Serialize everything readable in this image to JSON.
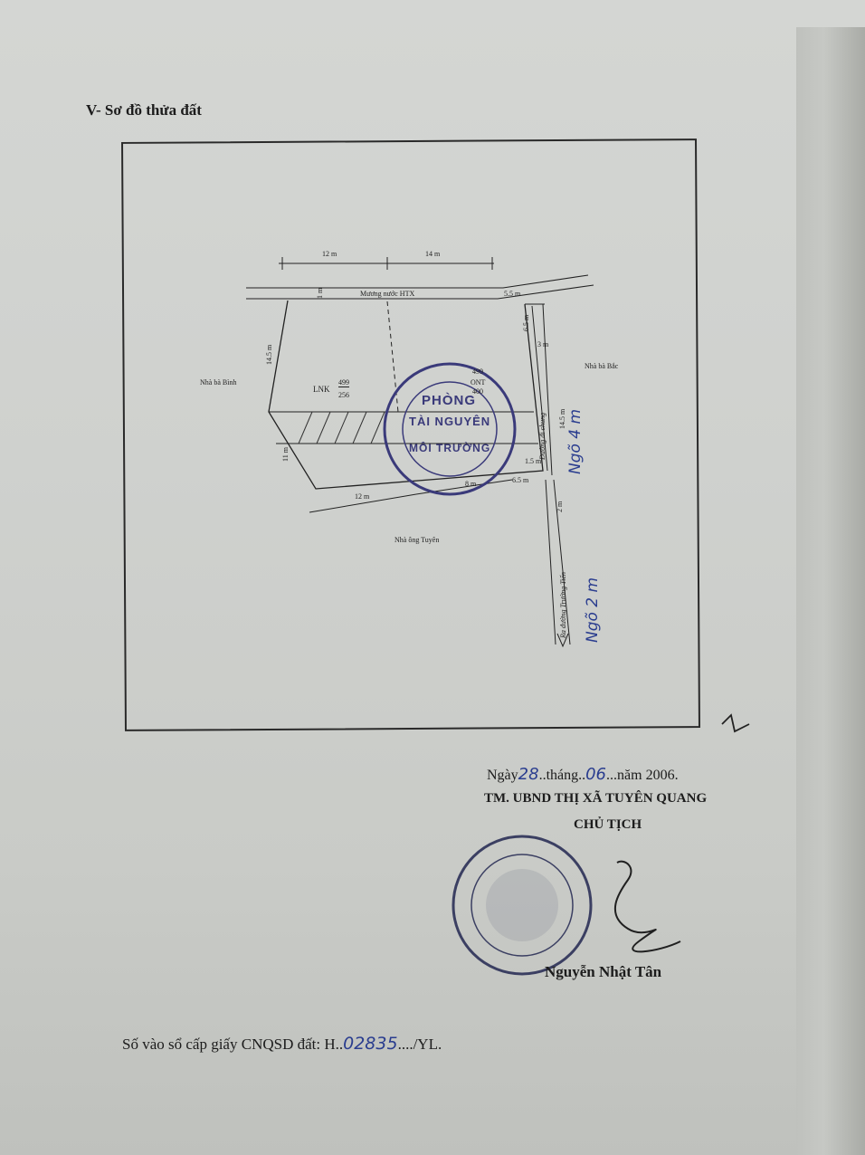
{
  "section_title": "V- Sơ đồ thửa đất",
  "map": {
    "dim_top_left": "12 m",
    "dim_top_right": "14 m",
    "canal_width": "1 m",
    "canal_label": "Mương nước HTX",
    "canal_end": "5.5 m",
    "right_top": "6.5 m",
    "right_3m": "3 m",
    "left_side": "14.5 m",
    "left_lower": "11 m",
    "neighbor_left": "Nhà bà Bình",
    "neighbor_right": "Nhà bà Bắc",
    "neighbor_bottom": "Nhà ông Tuyên",
    "parcel_left_code": "LNK",
    "parcel_left_num": "499",
    "parcel_left_area": "256",
    "parcel_right_num": "499",
    "parcel_right_code": "ONT",
    "parcel_right_area": "400",
    "dim_bottom": "12 m",
    "dim_bottom_mid": "8 m",
    "dim_bottom_right": "6.5 m",
    "right_inner": "14.5 m",
    "right_1_5": "1.5 m",
    "road_width": "2 m",
    "path_label": "Đường đi chung",
    "road_label": "Ra đường Trường Tiến",
    "hand_ngo4": "Ngõ 4 m",
    "hand_ngo2": "Ngõ 2 m",
    "stamp_line1": "PHÒNG",
    "stamp_line2": "TÀI NGUYÊN",
    "stamp_line3": "MÔI TRƯỜNG"
  },
  "date": {
    "prefix": "Ngày",
    "day": "28",
    "month_label": "..tháng..",
    "month": "06",
    "year_label": "...năm 2006."
  },
  "authority": "TM. UBND THỊ XÃ TUYÊN QUANG",
  "position": "CHỦ TỊCH",
  "signer": "Nguyễn Nhật Tân",
  "footer": {
    "prefix": "Số vào sổ cấp giấy CNQSD đất: H..",
    "number": "02835",
    "suffix": "..../YL."
  },
  "colors": {
    "ink": "#1c1c1c",
    "pen": "#2a3d8f",
    "paper": "#d0d2cf"
  }
}
